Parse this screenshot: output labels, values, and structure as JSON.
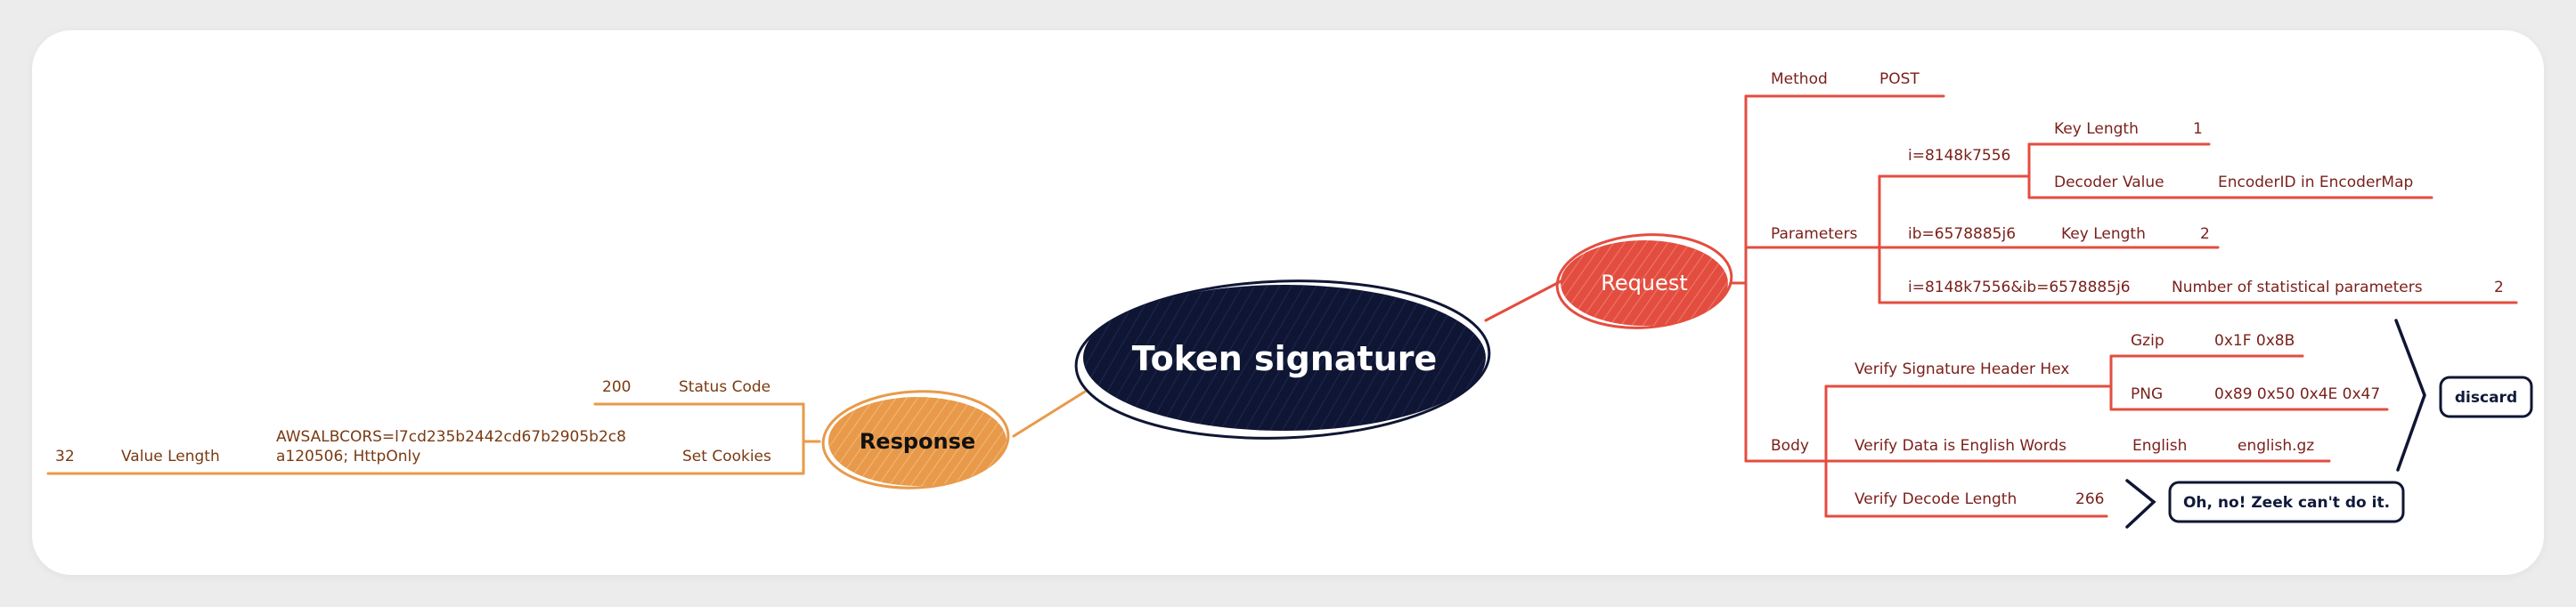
{
  "root": {
    "label": "Token signature"
  },
  "request": {
    "label": "Request",
    "method": {
      "label": "Method",
      "value": "POST"
    },
    "parameters": {
      "label": "Parameters",
      "i": {
        "label": "i=8148k7556",
        "key_length_label": "Key Length",
        "key_length_value": "1",
        "decoder_value_label": "Decoder Value",
        "decoder_value": "EncoderID in EncoderMap"
      },
      "ib": {
        "label": "ib=6578885j6",
        "key_length_label": "Key Length",
        "key_length_value": "2"
      },
      "combined": {
        "label": "i=8148k7556&ib=6578885j6",
        "stat_label": "Number of statistical parameters",
        "stat_value": "2"
      }
    },
    "body": {
      "label": "Body",
      "verify_header": {
        "label": "Verify Signature Header Hex",
        "gzip_label": "Gzip",
        "gzip_value": "0x1F 0x8B",
        "png_label": "PNG",
        "png_value": "0x89 0x50 0x4E 0x47"
      },
      "verify_english": {
        "label": "Verify Data is English Words",
        "english_label": "English",
        "english_value": "english.gz"
      },
      "verify_decode": {
        "label": "Verify Decode Length",
        "value": "266"
      },
      "discard_label": "discard",
      "zeek_label": "Oh, no! Zeek can't do it."
    }
  },
  "response": {
    "label": "Response",
    "status_code_label": "Status Code",
    "status_code_value": "200",
    "set_cookies_label": "Set Cookies",
    "cookie_line1": "AWSALBCORS=l7cd235b2442cd67b2905b2c8",
    "cookie_line2": "a120506; HttpOnly",
    "value_length_label": "Value Length",
    "value_length_value": "32"
  },
  "colors": {
    "red": "#e34d3f",
    "red_text": "#7a1f1a",
    "orange": "#e89a4a",
    "orange_text": "#7a3a12",
    "navy": "#0f1634"
  }
}
